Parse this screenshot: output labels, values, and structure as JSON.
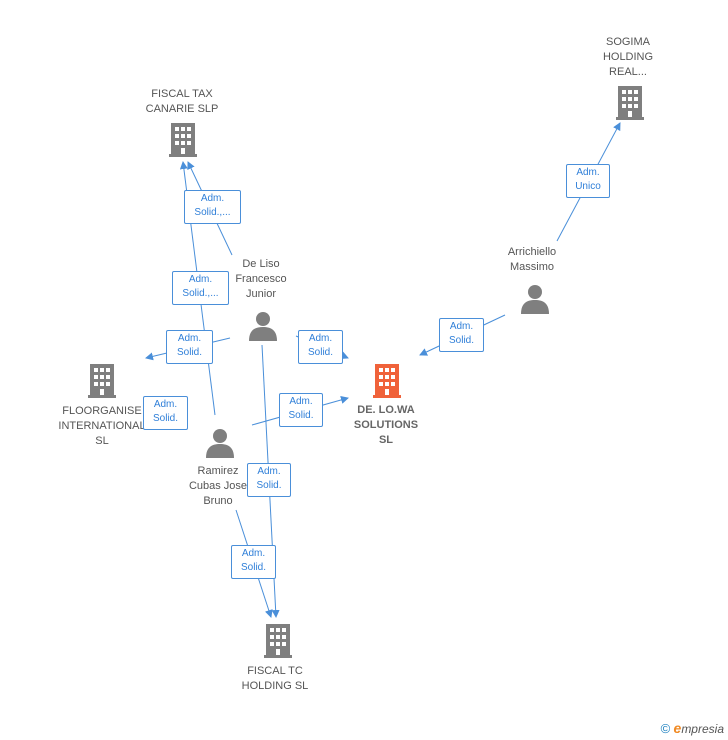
{
  "nodes": {
    "fiscal_tax": {
      "label": "FISCAL TAX\nCANARIE  SLP",
      "type": "company"
    },
    "sogima": {
      "label": "SOGIMA\nHOLDING\nREAL...",
      "type": "company"
    },
    "de_liso": {
      "label": "De Liso\nFrancesco\nJunior",
      "type": "person"
    },
    "arrichiello": {
      "label": "Arrichiello\nMassimo",
      "type": "person"
    },
    "floorganise": {
      "label": "FLOORGANISE\nINTERNATIONAL\nSL",
      "type": "company"
    },
    "delowa": {
      "label": "DE. LO.WA\nSOLUTIONS\nSL",
      "type": "focus"
    },
    "ramirez": {
      "label": "Ramirez\nCubas Jose\nBruno",
      "type": "person"
    },
    "fiscal_tc": {
      "label": "FISCAL TC\nHOLDING  SL",
      "type": "company"
    }
  },
  "edges": {
    "e1": {
      "label": "Adm.\nSolid.,..."
    },
    "e2": {
      "label": "Adm.\nSolid.,..."
    },
    "e3": {
      "label": "Adm.\nSolid."
    },
    "e4": {
      "label": "Adm.\nSolid."
    },
    "e5": {
      "label": "Adm.\nSolid."
    },
    "e6": {
      "label": "Adm.\nSolid."
    },
    "e7": {
      "label": "Adm.\nSolid."
    },
    "e8": {
      "label": "Adm.\nSolid."
    },
    "e9": {
      "label": "Adm.\nUnico"
    },
    "e10": {
      "label": "Adm.\nSolid."
    }
  },
  "colors": {
    "edge": "#4a8fd9",
    "icon": "#7f7f7f",
    "focus": "#f0623a"
  },
  "footer": {
    "copyright": "©",
    "brand_e": "e",
    "brand_rest": "mpresia"
  }
}
